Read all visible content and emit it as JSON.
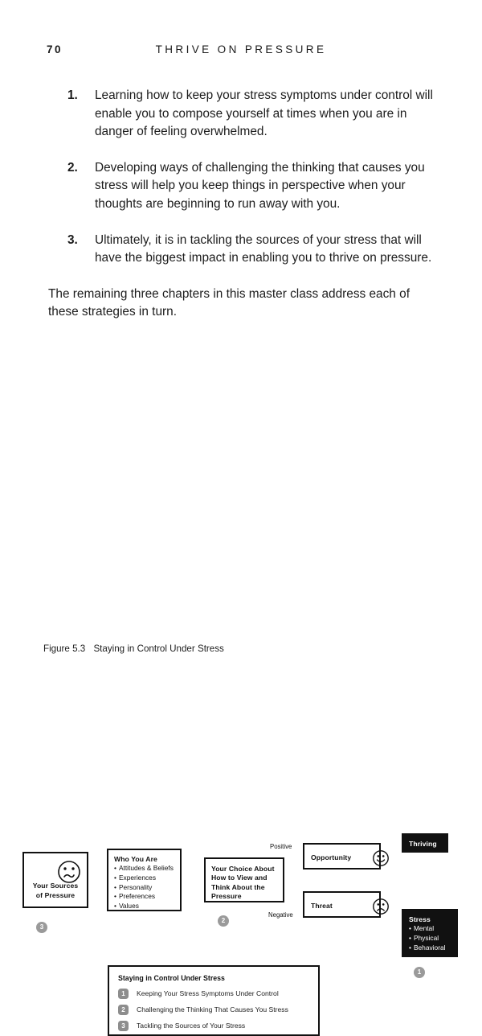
{
  "page": {
    "folio": "70",
    "running_head": "THRIVE ON PRESSURE"
  },
  "body": {
    "list": [
      {
        "marker": "1.",
        "text": "Learning how to keep your stress symptoms under control will enable you to compose yourself at times when you are in danger of feeling overwhelmed."
      },
      {
        "marker": "2.",
        "text": "Developing ways of challenging the thinking that causes you stress will help you keep things in perspective when your thoughts are beginning to run away with you."
      },
      {
        "marker": "3.",
        "text": "Ultimately, it is in tackling the sources of your stress that will have the biggest impact in enabling you to thrive on pressure."
      }
    ],
    "closing_paragraph": "The remaining three chapters in this master class address each of these strategies in turn."
  },
  "figure": {
    "caption_number": "Figure 5.3",
    "caption_text": "Staying in Control Under Stress",
    "nodes": {
      "sources": {
        "title": "Your Sources\nof Pressure",
        "line1": "Your Sources",
        "line2": "of Pressure",
        "face": "worried-face-icon"
      },
      "who_you_are": {
        "title": "Who You Are",
        "items": [
          "Attitudes & Beliefs",
          "Experiences",
          "Personality",
          "Preferences",
          "Values"
        ]
      },
      "choice": {
        "line1": "Your Choice About",
        "line2": "How to View and",
        "line3": "Think About the",
        "line4": "Pressure"
      },
      "opportunity": {
        "title": "Opportunity",
        "face": "smiley-face-icon"
      },
      "threat": {
        "title": "Threat",
        "face": "sad-face-icon"
      },
      "thriving": {
        "title": "Thriving"
      },
      "stress": {
        "title": "Stress",
        "items": [
          "Mental",
          "Physical",
          "Behavioral"
        ]
      }
    },
    "edge_labels": {
      "positive": "Positive",
      "negative": "Negative"
    },
    "strategy_markers": {
      "one": "1",
      "two": "2",
      "three": "3"
    },
    "legend": {
      "title": "Staying in Control Under Stress",
      "items": [
        {
          "number": "1",
          "label": "Keeping Your Stress Symptoms Under Control"
        },
        {
          "number": "2",
          "label": "Challenging the Thinking That Causes You Stress"
        },
        {
          "number": "3",
          "label": "Tackling the Sources of Your Stress"
        }
      ]
    },
    "colors": {
      "dark_box": "#111111",
      "gray_arrow": "#6b6b6b",
      "chip_gray": "#8d8d8d",
      "text": "#111111"
    }
  }
}
